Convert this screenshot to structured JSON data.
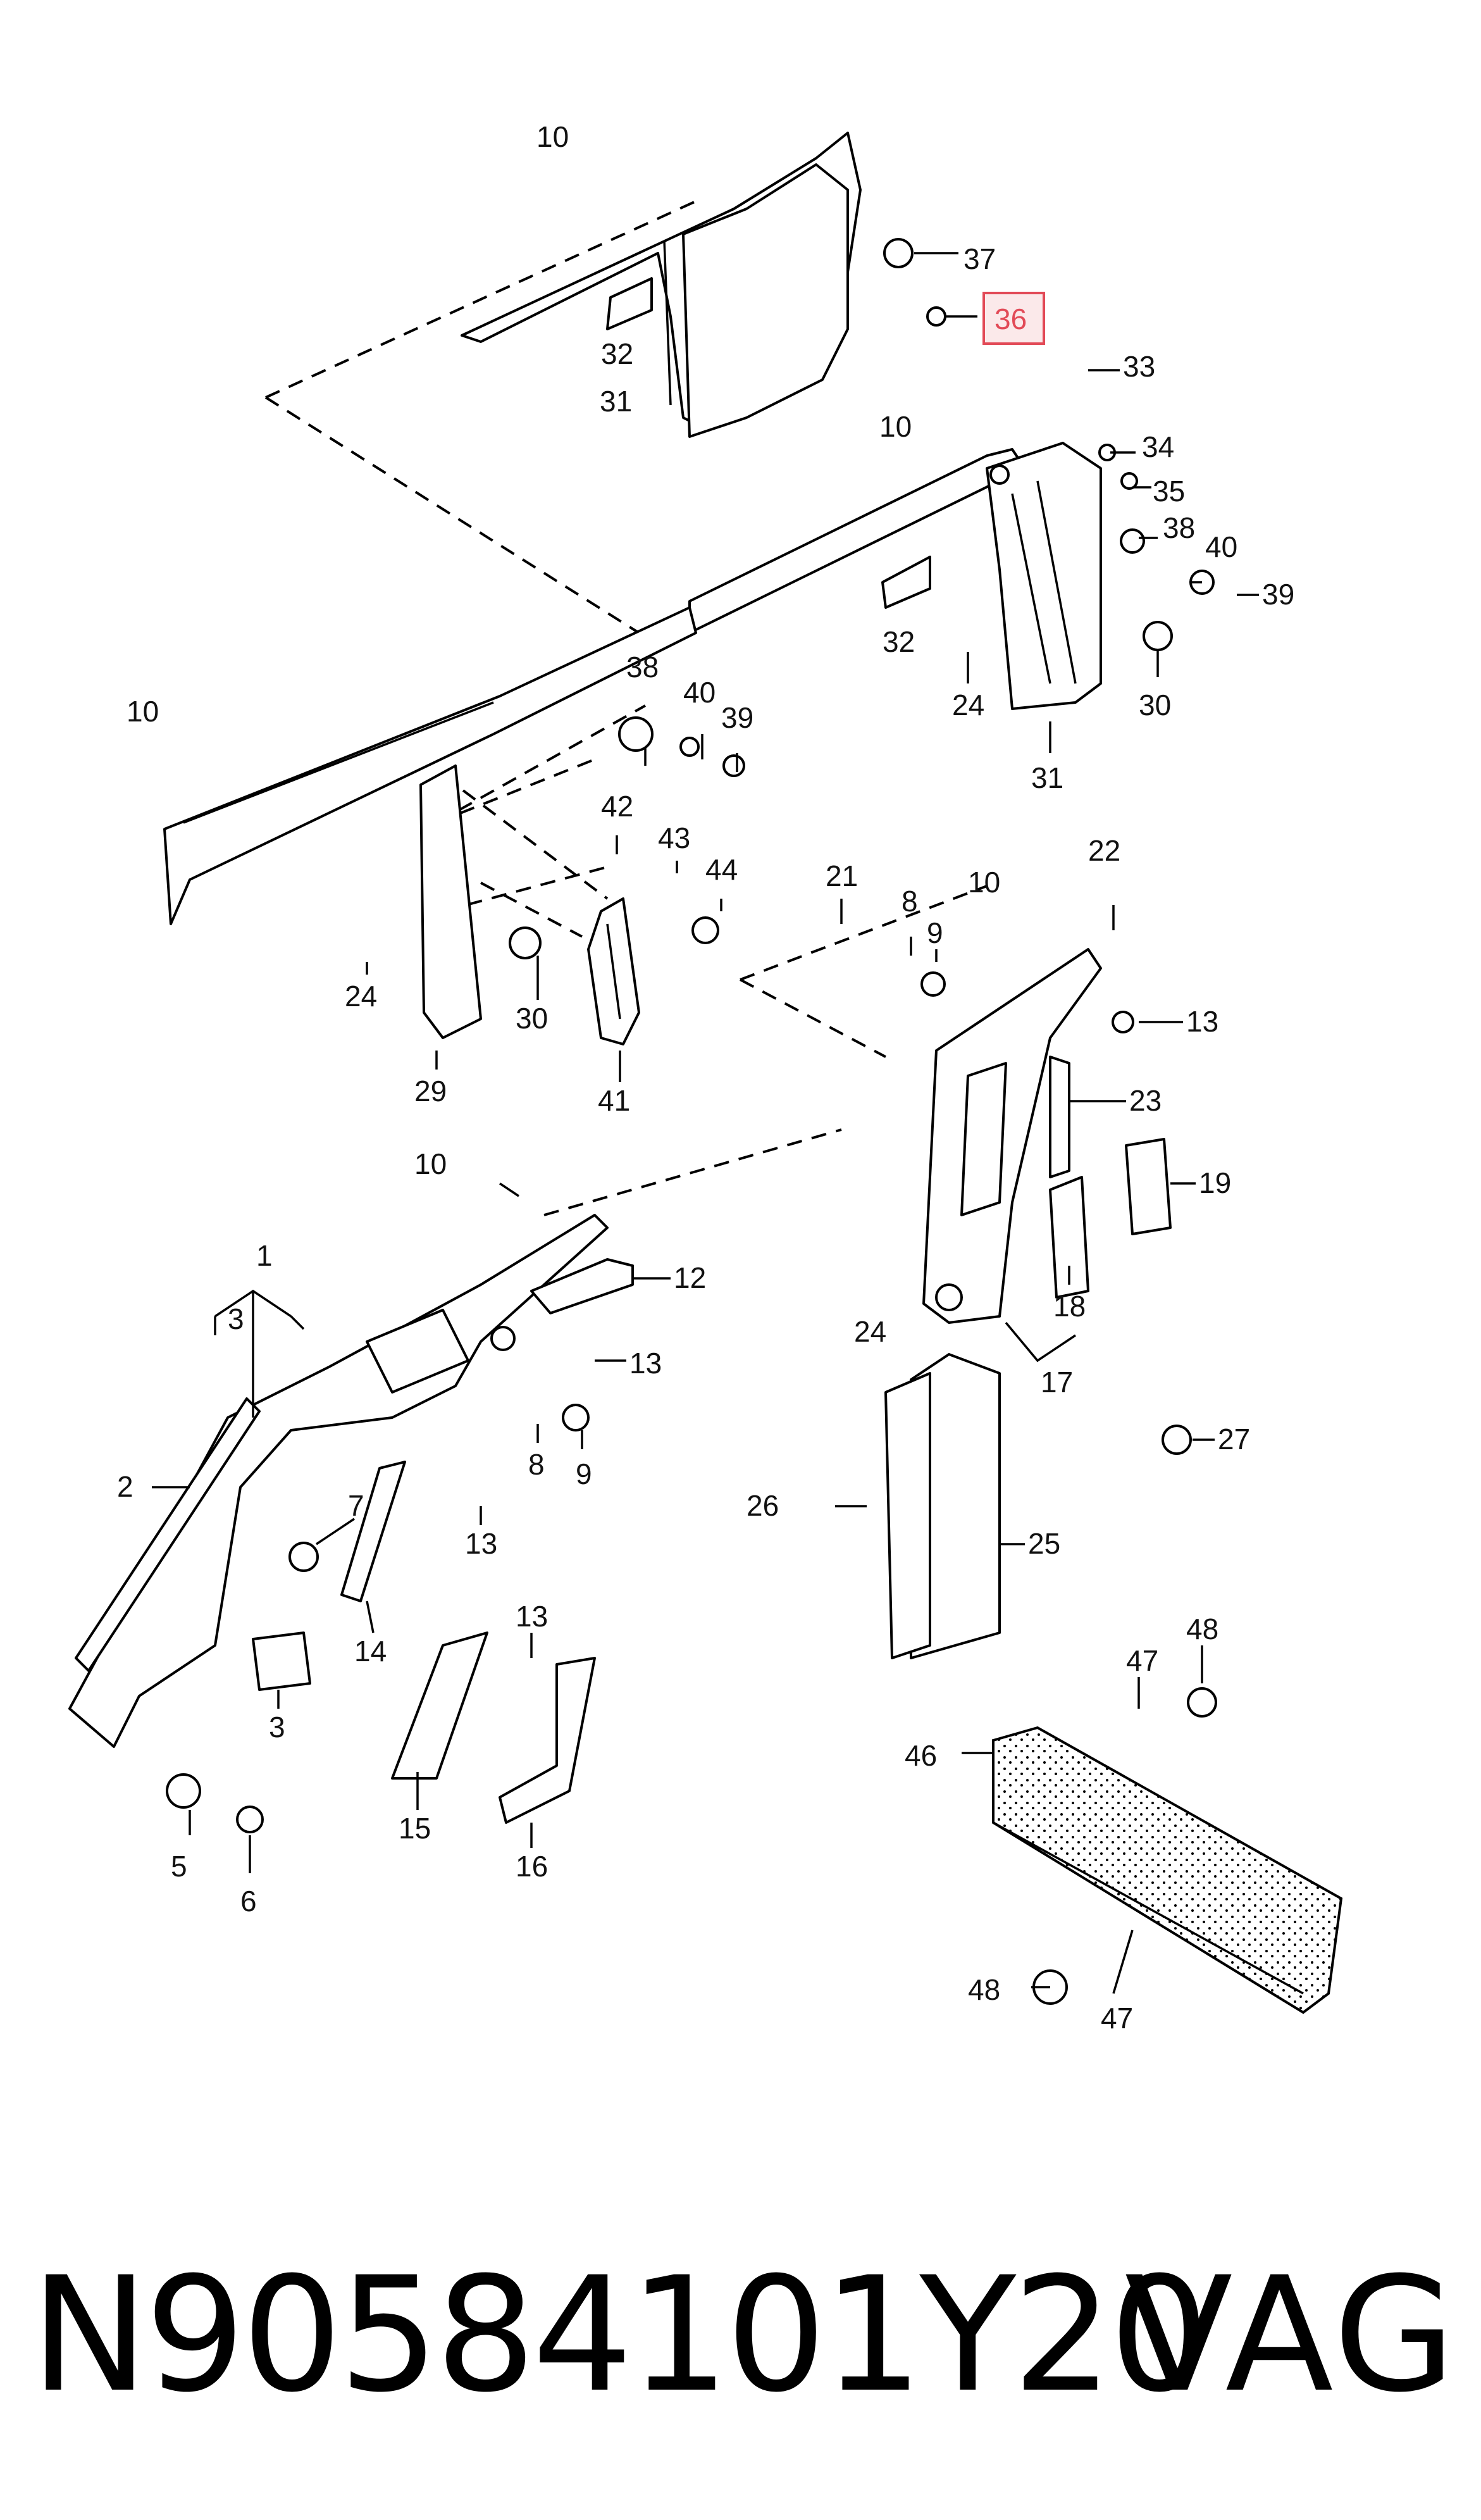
{
  "diagram": {
    "highlighted_label": "36",
    "callouts": [
      {
        "id": "c10a",
        "text": "10"
      },
      {
        "id": "c37",
        "text": "37"
      },
      {
        "id": "c36",
        "text": "36"
      },
      {
        "id": "c33",
        "text": "33"
      },
      {
        "id": "c32a",
        "text": "32"
      },
      {
        "id": "c31a",
        "text": "31"
      },
      {
        "id": "c10b",
        "text": "10"
      },
      {
        "id": "c34",
        "text": "34"
      },
      {
        "id": "c35",
        "text": "35"
      },
      {
        "id": "c38a",
        "text": "38"
      },
      {
        "id": "c40a",
        "text": "40"
      },
      {
        "id": "c39a",
        "text": "39"
      },
      {
        "id": "c32b",
        "text": "32"
      },
      {
        "id": "c24a",
        "text": "24"
      },
      {
        "id": "c30a",
        "text": "30"
      },
      {
        "id": "c31b",
        "text": "31"
      },
      {
        "id": "c10c",
        "text": "10"
      },
      {
        "id": "c38b",
        "text": "38"
      },
      {
        "id": "c40b",
        "text": "40"
      },
      {
        "id": "c39b",
        "text": "39"
      },
      {
        "id": "c42",
        "text": "42"
      },
      {
        "id": "c43",
        "text": "43"
      },
      {
        "id": "c44",
        "text": "44"
      },
      {
        "id": "c24b",
        "text": "24"
      },
      {
        "id": "c30b",
        "text": "30"
      },
      {
        "id": "c29",
        "text": "29"
      },
      {
        "id": "c41",
        "text": "41"
      },
      {
        "id": "c21",
        "text": "21"
      },
      {
        "id": "c8a",
        "text": "8"
      },
      {
        "id": "c9a",
        "text": "9"
      },
      {
        "id": "c10d",
        "text": "10"
      },
      {
        "id": "c22",
        "text": "22"
      },
      {
        "id": "c13a",
        "text": "13"
      },
      {
        "id": "c23",
        "text": "23"
      },
      {
        "id": "c19",
        "text": "19"
      },
      {
        "id": "c24c",
        "text": "24"
      },
      {
        "id": "c18",
        "text": "18"
      },
      {
        "id": "c17",
        "text": "17"
      },
      {
        "id": "c10e",
        "text": "10"
      },
      {
        "id": "c12",
        "text": "12"
      },
      {
        "id": "c1",
        "text": "1"
      },
      {
        "id": "c3a",
        "text": "3"
      },
      {
        "id": "c13b",
        "text": "13"
      },
      {
        "id": "c8b",
        "text": "8"
      },
      {
        "id": "c9b",
        "text": "9"
      },
      {
        "id": "c27",
        "text": "27"
      },
      {
        "id": "c2",
        "text": "2"
      },
      {
        "id": "c7",
        "text": "7"
      },
      {
        "id": "c13c",
        "text": "13"
      },
      {
        "id": "c26",
        "text": "26"
      },
      {
        "id": "c25",
        "text": "25"
      },
      {
        "id": "c14",
        "text": "14"
      },
      {
        "id": "c3b",
        "text": "3"
      },
      {
        "id": "c13d",
        "text": "13"
      },
      {
        "id": "c48a",
        "text": "48"
      },
      {
        "id": "c47a",
        "text": "47"
      },
      {
        "id": "c46",
        "text": "46"
      },
      {
        "id": "c15",
        "text": "15"
      },
      {
        "id": "c16",
        "text": "16"
      },
      {
        "id": "c5",
        "text": "5"
      },
      {
        "id": "c6",
        "text": "6"
      },
      {
        "id": "c48b",
        "text": "48"
      },
      {
        "id": "c47b",
        "text": "47"
      }
    ]
  },
  "footer": {
    "part_number": "N90584101Y20",
    "brand": "VAG"
  }
}
